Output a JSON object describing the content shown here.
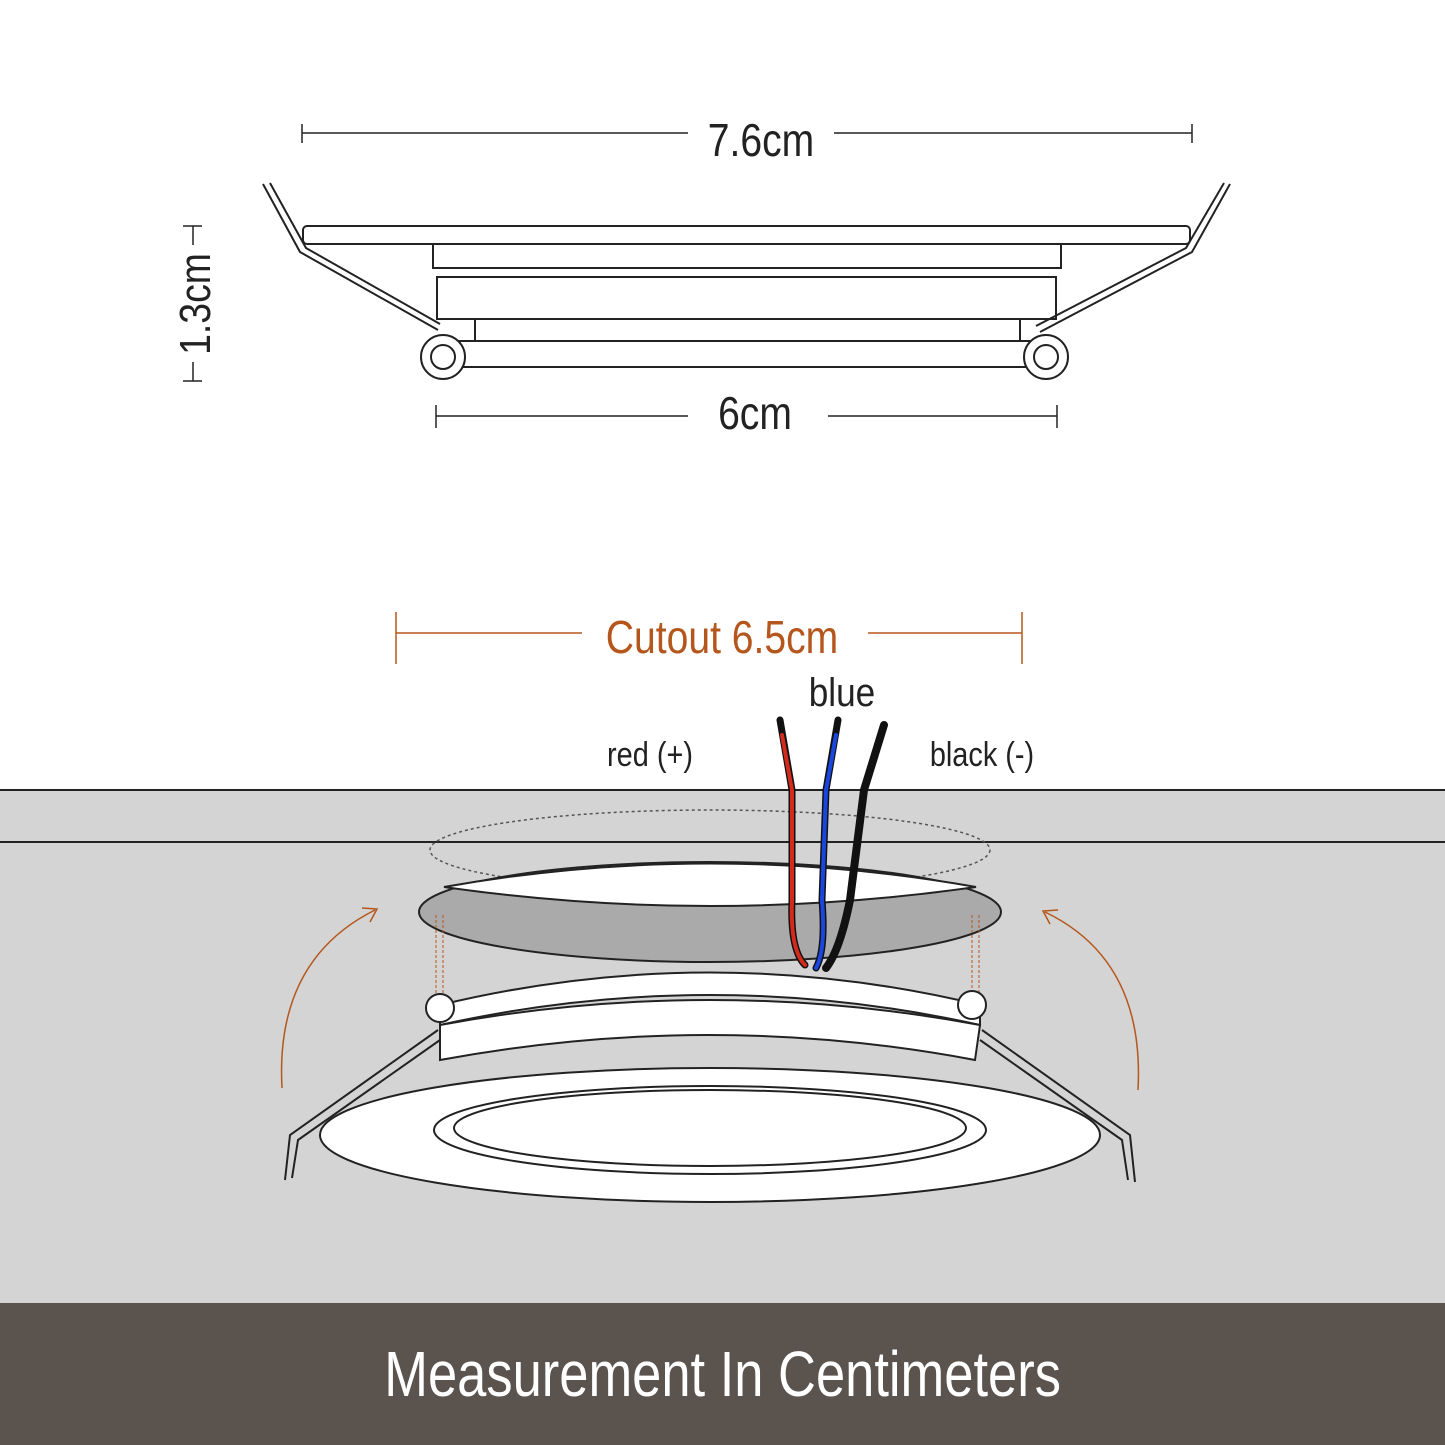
{
  "dimensions": {
    "width": "7.6cm",
    "height": "1.3cm",
    "base_width": "6cm",
    "cutout": "Cutout 6.5cm"
  },
  "wires": {
    "red": "red (+)",
    "blue": "blue",
    "black": "black (-)"
  },
  "footer": {
    "title": "Measurement In Centimeters"
  },
  "colors": {
    "accent": "#b5561c",
    "ceiling": "#d4d4d4",
    "footer": "#5b534d",
    "wire_red": "#d42a1c",
    "wire_blue": "#1a46e0",
    "wire_black": "#111111"
  }
}
